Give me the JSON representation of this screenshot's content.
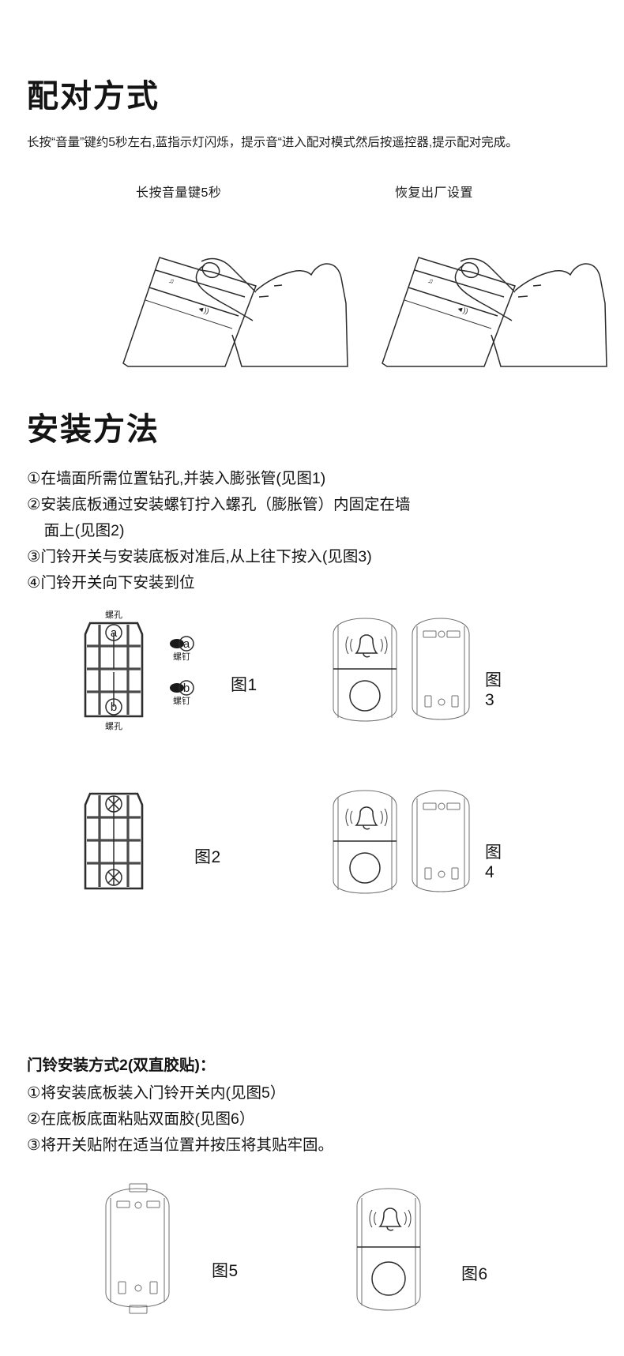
{
  "pairing": {
    "heading": "配对方式",
    "description": "长按“音量”键约5秒左右,蓝指示灯闪烁，提示音“进入配对模式然后按遥控器,提示配对完成。",
    "illustrations": [
      {
        "caption": "长按音量键5秒",
        "icon": "hand-pressing-device"
      },
      {
        "caption": "恢复出厂设置",
        "icon": "hand-pressing-device"
      }
    ]
  },
  "installation": {
    "heading": "安装方法",
    "steps": [
      "①在墙面所需位置钻孔,并装入膨张管(见图1)",
      "②安装底板通过安装螺钉拧入螺孔（膨胀管）内固定在墙\n    面上(见图2)",
      "③门铃开关与安装底板对准后,从上往下按入(见图3)",
      "④门铃开关向下安装到位"
    ],
    "figures": [
      {
        "id": "fig1",
        "label": "图1",
        "type": "wall-grid-with-holes",
        "top_label": "螺孔",
        "bottom_label": "螺孔",
        "hole_markers": [
          "a",
          "b"
        ],
        "screws": [
          {
            "marker": "a",
            "label": "螺钉"
          },
          {
            "marker": "b",
            "label": "螺钉"
          }
        ]
      },
      {
        "id": "fig2",
        "label": "图2",
        "type": "wall-grid-with-screws",
        "screw_markers": [
          "x",
          "x"
        ]
      },
      {
        "id": "fig3",
        "label": "图3",
        "type": "doorbell-and-plate",
        "device_icon": "bell-ringing-icon",
        "device_button": "round-button"
      },
      {
        "id": "fig4",
        "label": "图4",
        "type": "doorbell-and-plate",
        "device_icon": "bell-ringing-icon",
        "device_button": "round-button"
      }
    ]
  },
  "adhesive": {
    "heading": "门铃安装方式2(双直胶贴)：",
    "steps": [
      "①将安装底板装入门铃开关内(见图5）",
      "②在底板底面粘贴双面胶(见图6）",
      "③将开关贴附在适当位置并按压将其贴牢固。"
    ],
    "figures": [
      {
        "id": "fig5",
        "label": "图5",
        "type": "mounting-plate"
      },
      {
        "id": "fig6",
        "label": "图6",
        "type": "doorbell-front",
        "device_icon": "bell-ringing-icon",
        "device_button": "round-button"
      }
    ]
  },
  "colors": {
    "text": "#141414",
    "line": "#2b2b2b",
    "light_line": "#6f6f6f",
    "background": "#ffffff"
  }
}
